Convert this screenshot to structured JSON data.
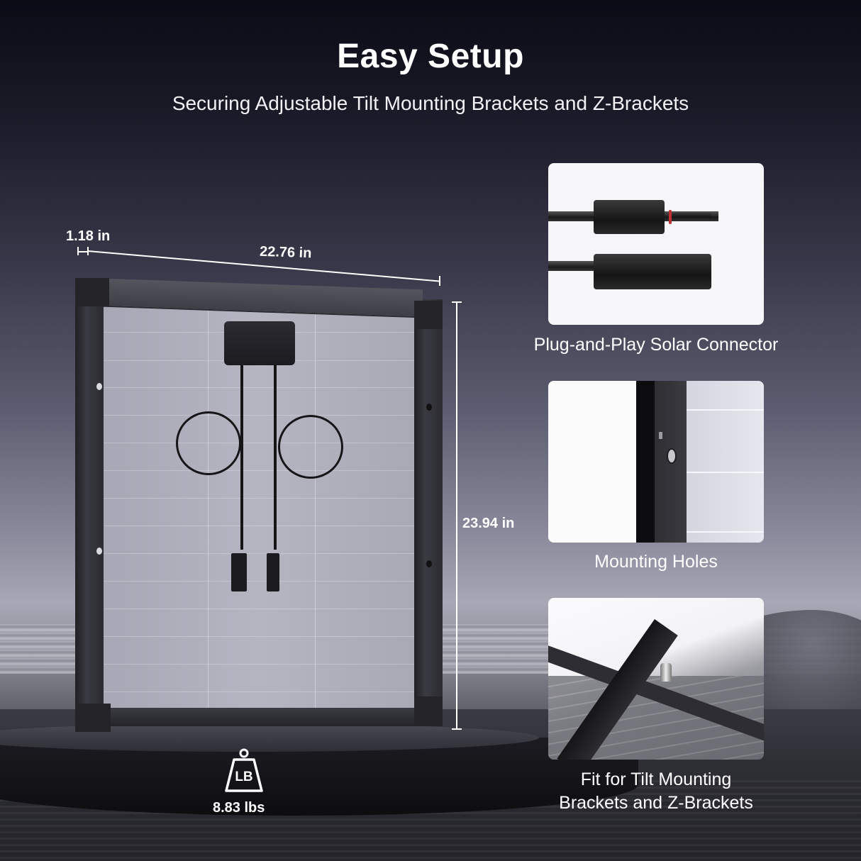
{
  "header": {
    "title": "Easy Setup",
    "subtitle": "Securing Adjustable Tilt Mounting Brackets and Z-Brackets"
  },
  "dimensions": {
    "frame_depth": "1.18 in",
    "width": "22.76 in",
    "height": "23.94 in"
  },
  "weight": {
    "icon": "weight-lb-icon",
    "icon_label": "LB",
    "value": "8.83 lbs"
  },
  "features": [
    {
      "caption": "Plug-and-Play Solar Connector",
      "image": "solar-connector-image"
    },
    {
      "caption": "Mounting Holes",
      "image": "mounting-holes-image"
    },
    {
      "caption_line1": "Fit for Tilt Mounting",
      "caption_line2": "Brackets and Z-Brackets",
      "image": "tilt-bracket-image"
    }
  ],
  "colors": {
    "background_top": "#0b0b16",
    "background_mid": "#8a8a9c",
    "text": "#ffffff",
    "panel_frame": "#232328",
    "panel_backsheet": "#b0b0bd",
    "card_bg": "#f6f6f8"
  }
}
